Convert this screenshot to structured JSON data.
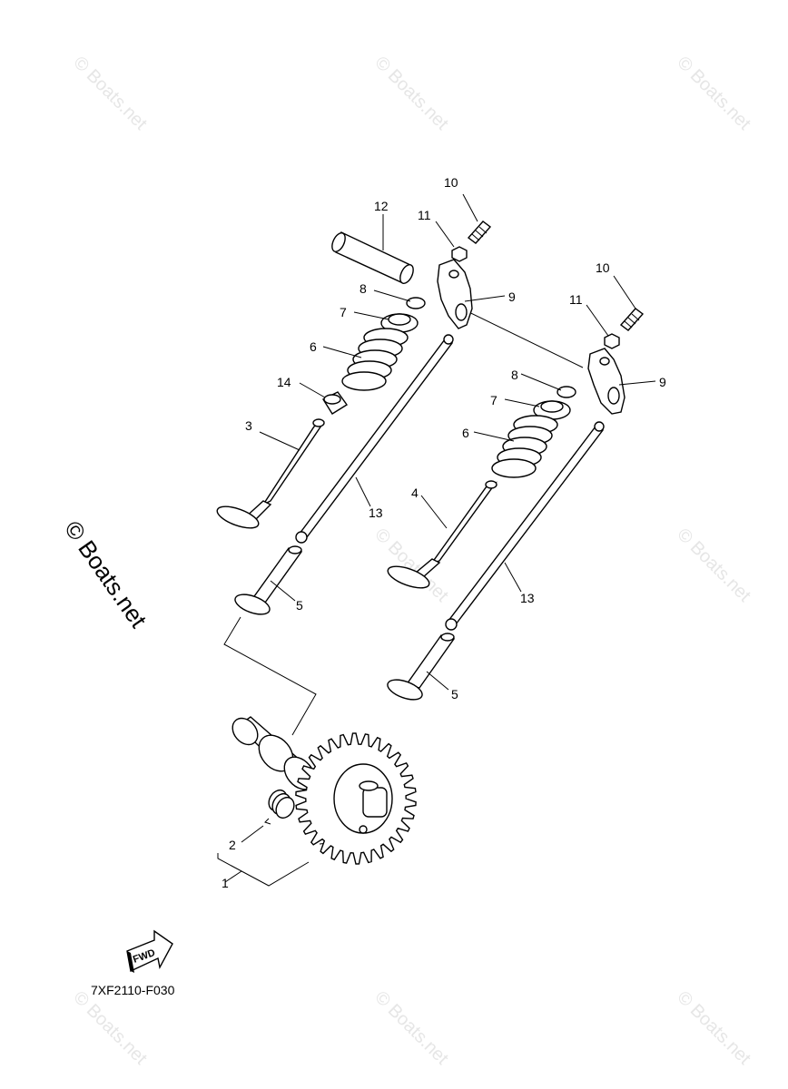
{
  "watermark": {
    "text": "© Boats.net"
  },
  "diagram": {
    "code": "7XF2110-F030",
    "fwd_label": "FWD",
    "callouts": {
      "c1": "1",
      "c2": "2",
      "c3": "3",
      "c4": "4",
      "c5a": "5",
      "c5b": "5",
      "c6a": "6",
      "c6b": "6",
      "c7a": "7",
      "c7b": "7",
      "c8a": "8",
      "c8b": "8",
      "c9a": "9",
      "c9b": "9",
      "c10a": "10",
      "c10b": "10",
      "c11a": "11",
      "c11b": "11",
      "c12": "12",
      "c13a": "13",
      "c13b": "13",
      "c14": "14"
    }
  }
}
